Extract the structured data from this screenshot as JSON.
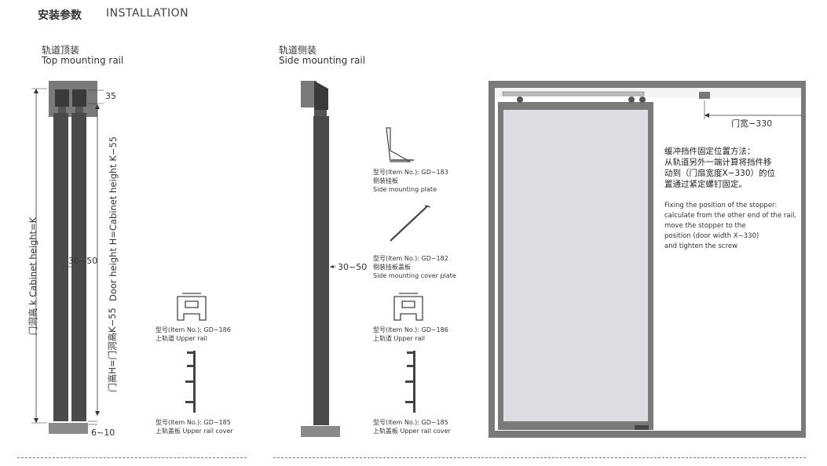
{
  "header": {
    "title_cn": "安装参数",
    "title_en": "INSTALLATION"
  },
  "top_mount": {
    "title_cn": "轨道顶装",
    "title_en": "Top mounting rail",
    "dim_top": "35",
    "dim_gap": "30~50",
    "dim_bottom": "6~10",
    "label_cabinet": "门洞高 k  Cabinet height=K",
    "label_door1": "门高H=门洞高K−55",
    "label_door2": "Door height H=Cabinet height K−55"
  },
  "side_mount": {
    "title_cn": "轨道侧装",
    "title_en": "Side mounting rail",
    "dim_gap": "30~50"
  },
  "parts": {
    "gd183": {
      "no": "型号(Item No.): GD−183",
      "cn": "侧装挂板",
      "en": "Side mounting plate"
    },
    "gd182": {
      "no": "型号(Item No.): GD−182",
      "cn": "侧装挂板盖板",
      "en": "Side mounting cover plate"
    },
    "gd186a": {
      "no": "型号(Item No.): GD−186",
      "cn": "上轨道 Upper rail"
    },
    "gd185a": {
      "no": "型号(Item No.): GD−185",
      "cn": "上轨盖板 Upper rail cover"
    },
    "gd186b": {
      "no": "型号(Item No.): GD−186",
      "cn": "上轨道 Upper rail"
    },
    "gd185b": {
      "no": "型号(Item No.): GD−185",
      "cn": "上轨盖板 Upper rail cover"
    }
  },
  "stopper": {
    "door_width_label": "门宽−330",
    "note_cn": [
      "缓冲挡件固定位置方法：",
      "从轨道另外一端计算将挡件移",
      "动到（门扇宽度X−330）的位",
      "置通过紧定螺钉固定。"
    ],
    "note_en": [
      "Fixing the position of the stopper:",
      "calculate from the other end of the rail,",
      "move the stopper to the",
      "position (door width X−330)",
      "and tighten the screw"
    ]
  },
  "colors": {
    "frame": "#7a7a7a",
    "door_panel": "#dcdde0",
    "door_dark": "#4a4a4a",
    "line": "#333333"
  }
}
